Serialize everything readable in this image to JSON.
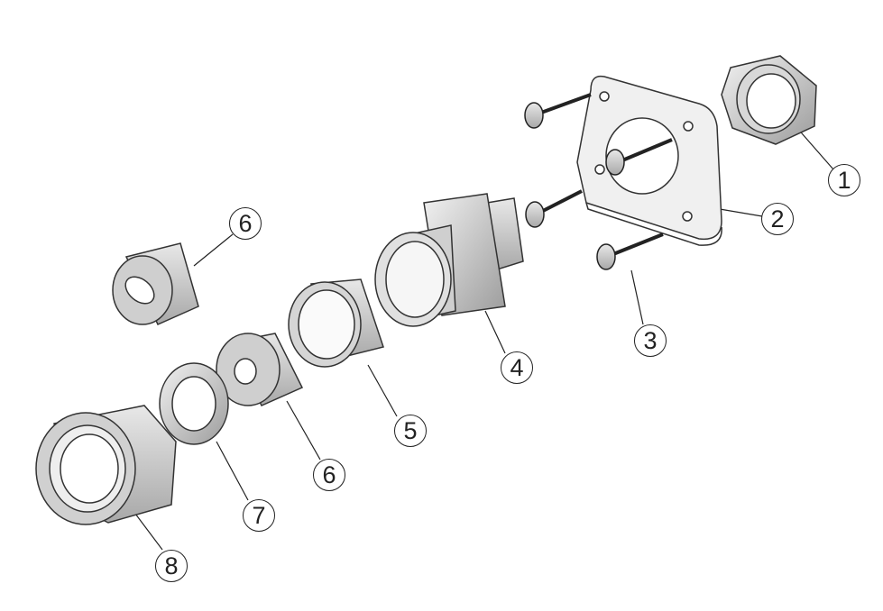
{
  "diagram": {
    "callouts": [
      {
        "label": "1",
        "part": "lock-nut"
      },
      {
        "label": "2",
        "part": "mounting-plate"
      },
      {
        "label": "3",
        "part": "screw"
      },
      {
        "label": "4",
        "part": "threaded-body"
      },
      {
        "label": "5",
        "part": "sleeve-ring"
      },
      {
        "label": "6",
        "part": "seal-insert"
      },
      {
        "label": "6",
        "part": "seal-insert-alt"
      },
      {
        "label": "7",
        "part": "washer"
      },
      {
        "label": "8",
        "part": "cap-nut"
      }
    ]
  }
}
